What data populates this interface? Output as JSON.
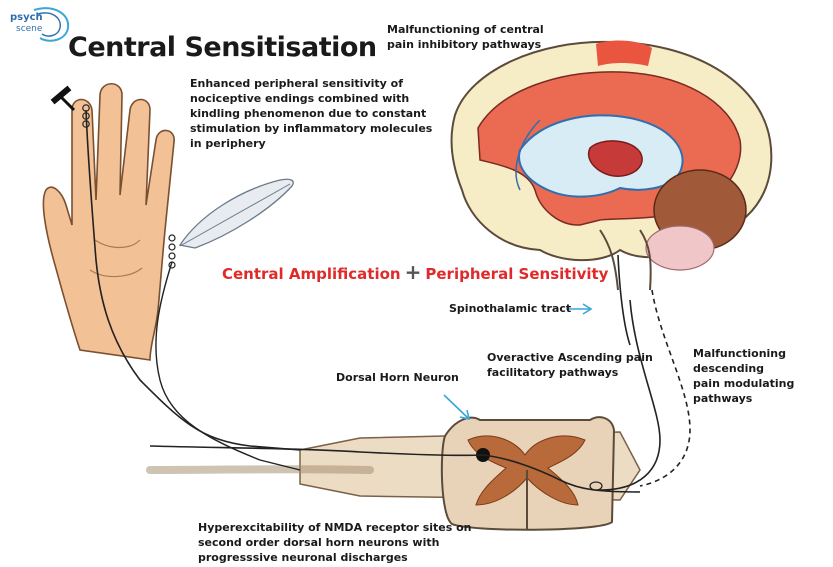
{
  "logo": {
    "line1": "psych",
    "line2": "scene"
  },
  "title": "Central Sensitisation",
  "labels": {
    "peripheral": [
      "Enhanced peripheral sensitivity of",
      "nociceptive endings combined with",
      "kindling phenomenon due to constant",
      "stimulation by inflammatory molecules",
      "in periphery"
    ],
    "central_inhibitory": [
      "Malfunctioning of central",
      "pain inhibitory pathways"
    ],
    "spinothalamic": "Spinothalamic tract",
    "descending": [
      "Malfunctioning descending",
      "pain modulating pathways"
    ],
    "ascending": [
      "Overactive Ascending pain",
      "facilitatory pathways"
    ],
    "dorsal_horn": "Dorsal Horn Neuron",
    "nmda": [
      "Hyperexcitability of NMDA receptor sites on",
      "second order dorsal horn neurons with",
      "progresssive neuronal discharges"
    ]
  },
  "equation": {
    "left": "Central Amplification",
    "op": "+",
    "right": "Peripheral Sensitivity"
  },
  "colors": {
    "accent_red": "#e02a2a",
    "arrow_blue": "#3aa6d6",
    "skin": "#f3c196",
    "cord": "#e8d3b8"
  }
}
